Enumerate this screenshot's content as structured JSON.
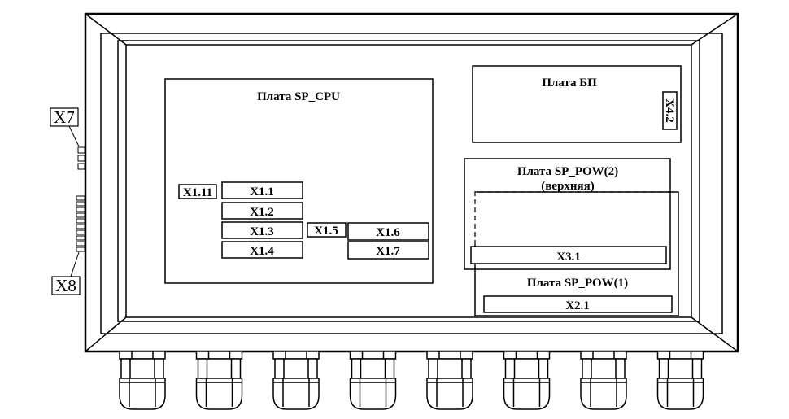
{
  "boards": {
    "cpu": {
      "title": "Плата SP_CPU"
    },
    "psu": {
      "title": "Плата БП",
      "connector": "X4.2"
    },
    "pow2": {
      "title": "Плата SP_POW(2)",
      "subtitle": "(верхняя)"
    },
    "pow1": {
      "title": "Плата SP_POW(1)"
    }
  },
  "connectors": {
    "x1_11": "X1.11",
    "x1_1": "X1.1",
    "x1_2": "X1.2",
    "x1_3": "X1.3",
    "x1_4": "X1.4",
    "x1_5": "X1.5",
    "x1_6": "X1.6",
    "x1_7": "X1.7",
    "x3_1": "X3.1",
    "x2_1": "X2.1"
  },
  "external": {
    "x7": "X7",
    "x8": "X8"
  },
  "cable_gland_count": 8
}
